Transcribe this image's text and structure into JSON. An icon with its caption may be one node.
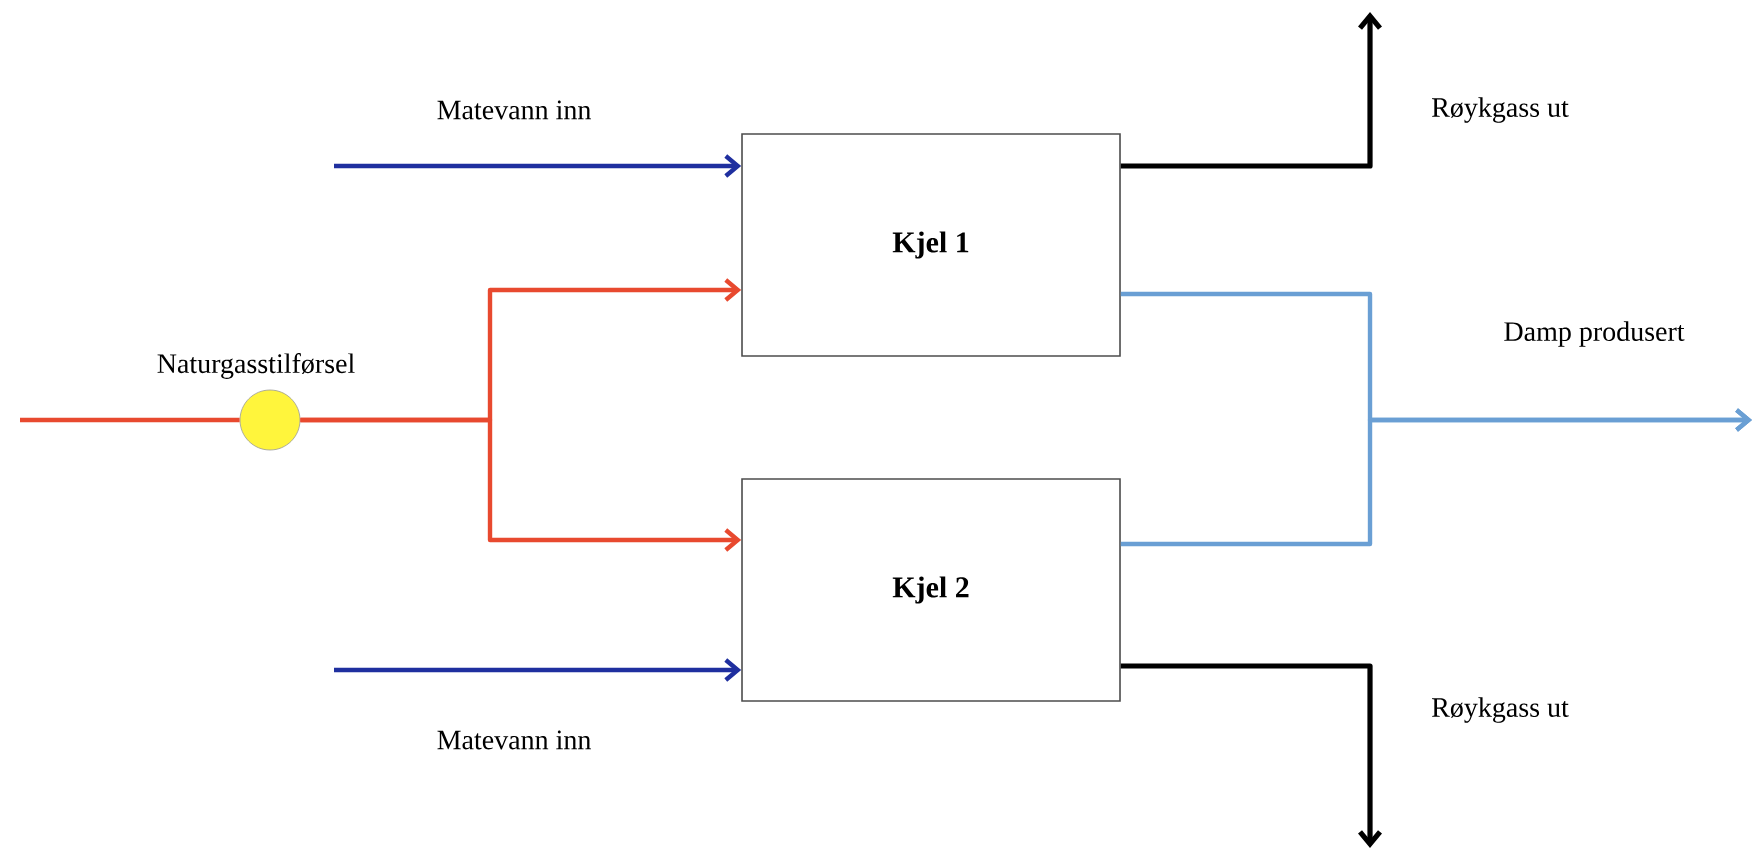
{
  "diagram": {
    "nodes": [
      {
        "text": [
          "Kjel 1"
        ]
      },
      {
        "text": [
          "Kjel 2"
        ]
      },
      {
        "text": [],
        "shape": "circle"
      }
    ],
    "edges": [
      {
        "from": null,
        "to": 2,
        "arrow": "none",
        "label": "Naturgasstilførsel",
        "color": "#e8492f"
      },
      {
        "from": 2,
        "to": 0,
        "arrow": "to",
        "color": "#e8492f"
      },
      {
        "from": 2,
        "to": 1,
        "arrow": "to",
        "color": "#e8492f"
      },
      {
        "from": null,
        "to": 0,
        "arrow": "to",
        "label": "Matevann inn",
        "color": "#1f2f9f"
      },
      {
        "from": null,
        "to": 1,
        "arrow": "to",
        "label": "Matevann inn",
        "color": "#1f2f9f"
      },
      {
        "from": 0,
        "to": null,
        "arrow": "to",
        "label": "Røykgass ut",
        "color": "#000000"
      },
      {
        "from": 1,
        "to": null,
        "arrow": "to",
        "label": "Røykgass ut",
        "color": "#000000"
      },
      {
        "from": 0,
        "to": null,
        "arrow": "to",
        "label": "Damp produsert",
        "color": "#6a9fd4"
      },
      {
        "from": 1,
        "to": null,
        "arrow": "to",
        "color": "#6a9fd4"
      }
    ]
  }
}
